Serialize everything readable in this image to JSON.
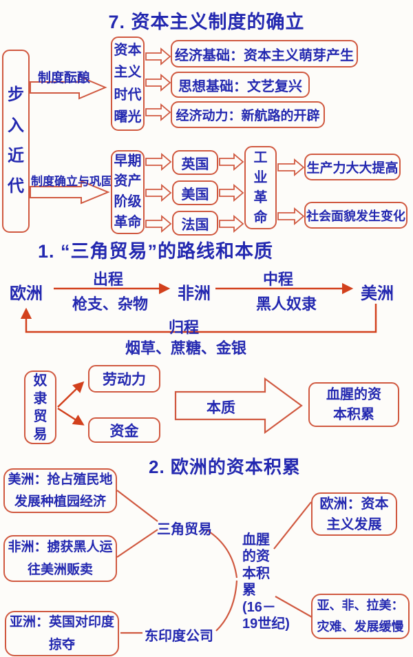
{
  "colors": {
    "box_border_red": "#d0583f",
    "arrow_red": "#d2401c",
    "text_blue": "#2328b0",
    "background": "#fdfcf9"
  },
  "title": "7. 资本主义制度的确立",
  "s1": {
    "left_box": "步\n入\n近\n代",
    "arrow1_label": "制度酝酿",
    "dawn_box": "资本\n主义\n时代\n曙光",
    "outcomes": [
      "经济基础：资本主义萌芽产生",
      "思想基础：文艺复兴",
      "经济动力：新航路的开辟"
    ],
    "arrow2_label": "制度确立与巩固",
    "revolution_box": "早期\n资产\n阶级\n革命",
    "countries": [
      "英国",
      "美国",
      "法国"
    ],
    "industry_box": "工\n业\n革\n命",
    "results": [
      "生产力大大提高",
      "社会面貌发生变化"
    ]
  },
  "s2": {
    "heading": "1. “三角贸易”的路线和本质",
    "node_europe": "欧洲",
    "node_africa": "非洲",
    "node_america": "美洲",
    "leg1_top": "出程",
    "leg1_bottom": "枪支、杂物",
    "leg2_top": "中程",
    "leg2_bottom": "黑人奴隶",
    "leg3_top": "归程",
    "leg3_bottom": "烟草、蔗糖、金银"
  },
  "s3": {
    "slave_box": "奴\n隶\n贸\n易",
    "labor_box": "劳动力",
    "capital_box": "资金",
    "essence_label": "本质",
    "result_box": "血腥的资\n本积累"
  },
  "s4": {
    "heading": "2. 欧洲的资本积累",
    "america_box": "美洲：抢占殖民地\n发展种植园经济",
    "africa_box": "非洲：掳获黑人运\n往美洲贩卖",
    "asia_box": "亚洲：英国对印度\n掠夺",
    "triangle_label": "三角贸易",
    "eic_label": "东印度公司",
    "center_label": "血腥\n的资\n本积\n累\n(16－\n19世纪)",
    "europe_box": "欧洲：资本\n主义发展",
    "result_box": "亚、非、拉美：\n灾难、发展缓慢"
  }
}
